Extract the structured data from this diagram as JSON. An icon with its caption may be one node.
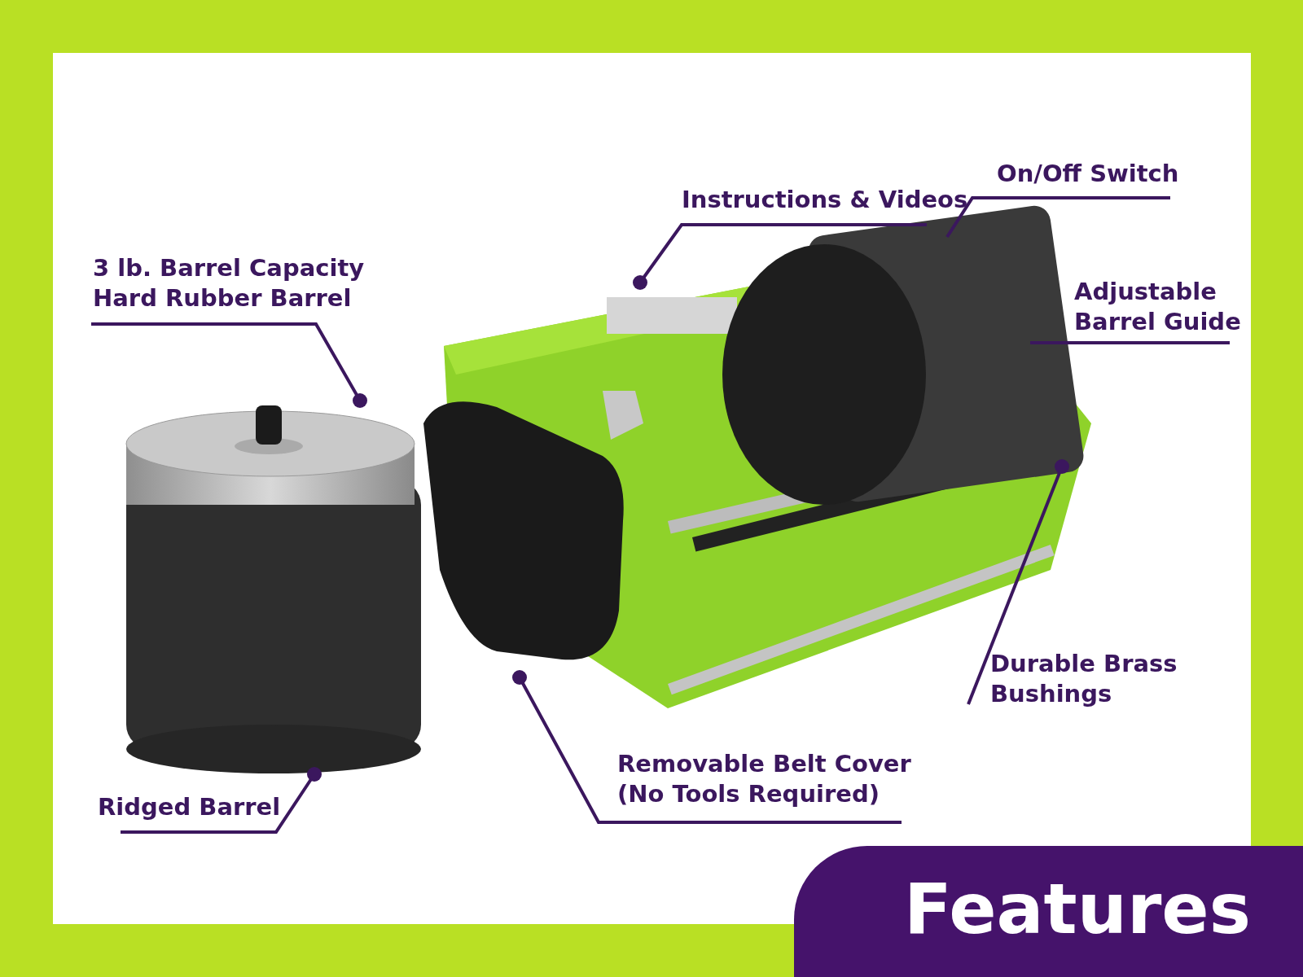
{
  "diagram": {
    "title": "Features",
    "nodes": [
      {
        "text": [
          "3 lb. Barrel Capacity Hard Rubber Barrel"
        ]
      },
      {
        "text": [
          "Instructions & Videos"
        ]
      },
      {
        "text": [
          "On/Off Switch"
        ]
      },
      {
        "text": [
          "Adjustable Barrel Guide"
        ]
      },
      {
        "text": [
          "Durable Brass Bushings"
        ]
      },
      {
        "text": [
          "Removable Belt Cover (No Tools Required)"
        ]
      },
      {
        "text": [
          "Ridged Barrel"
        ]
      }
    ],
    "edges": [
      {
        "from": 0,
        "to": null,
        "arrow": "other"
      },
      {
        "from": 1,
        "to": null,
        "arrow": "other"
      },
      {
        "from": 2,
        "to": null,
        "arrow": "none"
      },
      {
        "from": 3,
        "to": null,
        "arrow": "none"
      },
      {
        "from": 4,
        "to": null,
        "arrow": "other"
      },
      {
        "from": 5,
        "to": null,
        "arrow": "other"
      },
      {
        "from": 6,
        "to": null,
        "arrow": "other"
      }
    ]
  }
}
